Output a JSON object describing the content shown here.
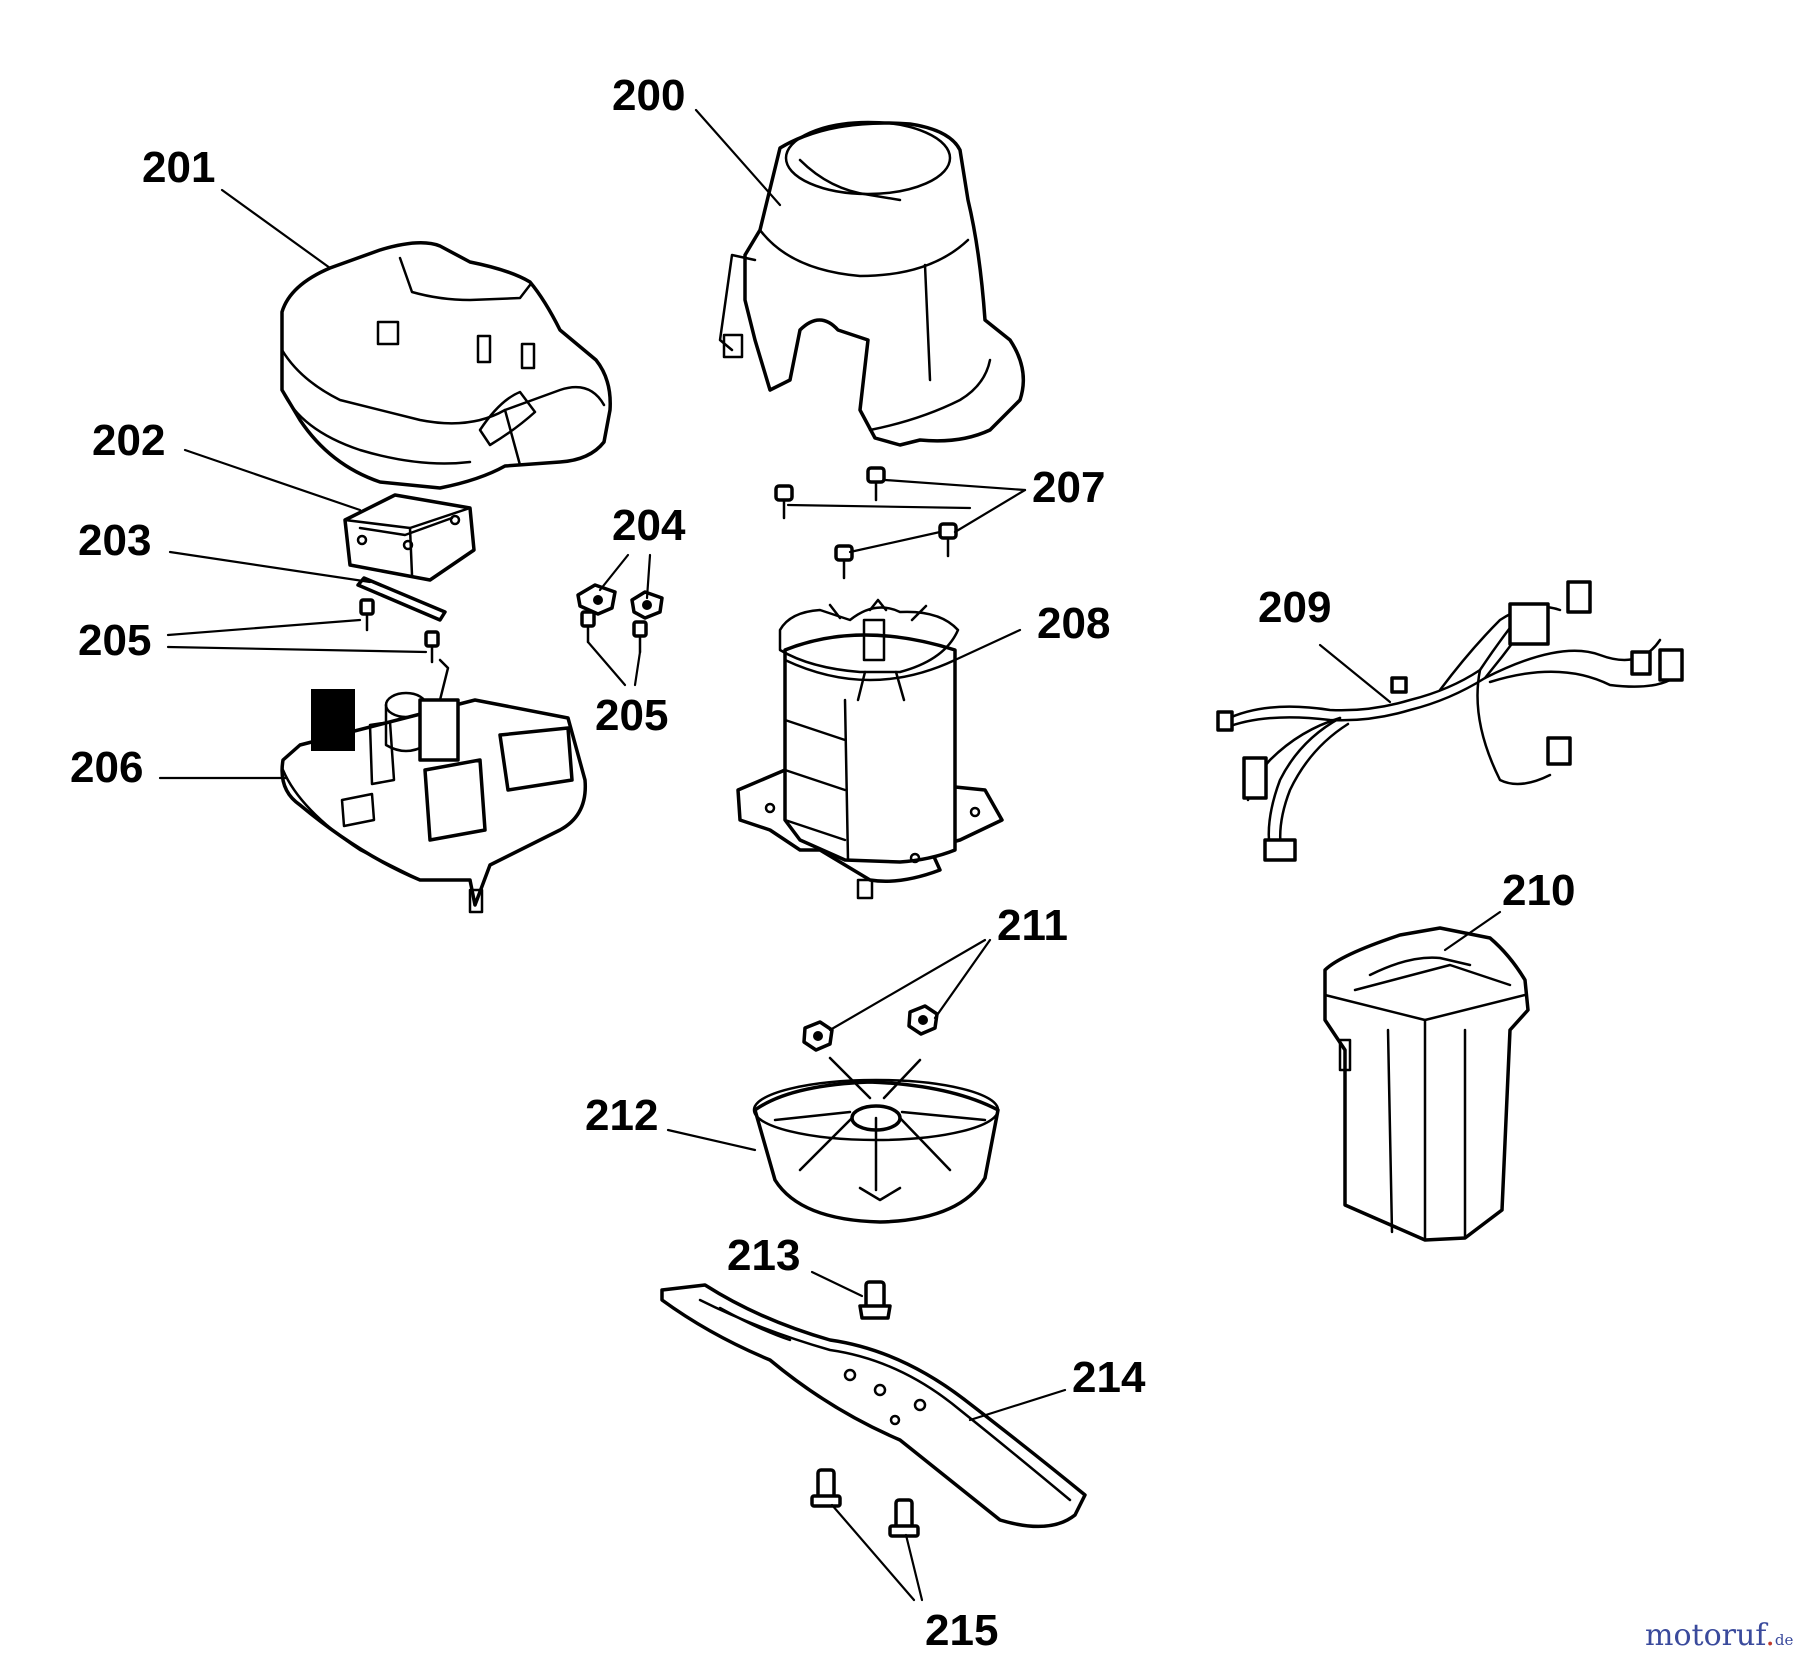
{
  "parts": [
    {
      "id": "200",
      "label": "200"
    },
    {
      "id": "201",
      "label": "201"
    },
    {
      "id": "202",
      "label": "202"
    },
    {
      "id": "203",
      "label": "203"
    },
    {
      "id": "204",
      "label": "204"
    },
    {
      "id": "205",
      "label": "205"
    },
    {
      "id": "206",
      "label": "206"
    },
    {
      "id": "207",
      "label": "207"
    },
    {
      "id": "208",
      "label": "208"
    },
    {
      "id": "209",
      "label": "209"
    },
    {
      "id": "210",
      "label": "210"
    },
    {
      "id": "211",
      "label": "211"
    },
    {
      "id": "212",
      "label": "212"
    },
    {
      "id": "213",
      "label": "213"
    },
    {
      "id": "214",
      "label": "214"
    },
    {
      "id": "215",
      "label": "215"
    }
  ],
  "watermark": {
    "main": "motoruf",
    "dot": ".",
    "tld": "de"
  }
}
